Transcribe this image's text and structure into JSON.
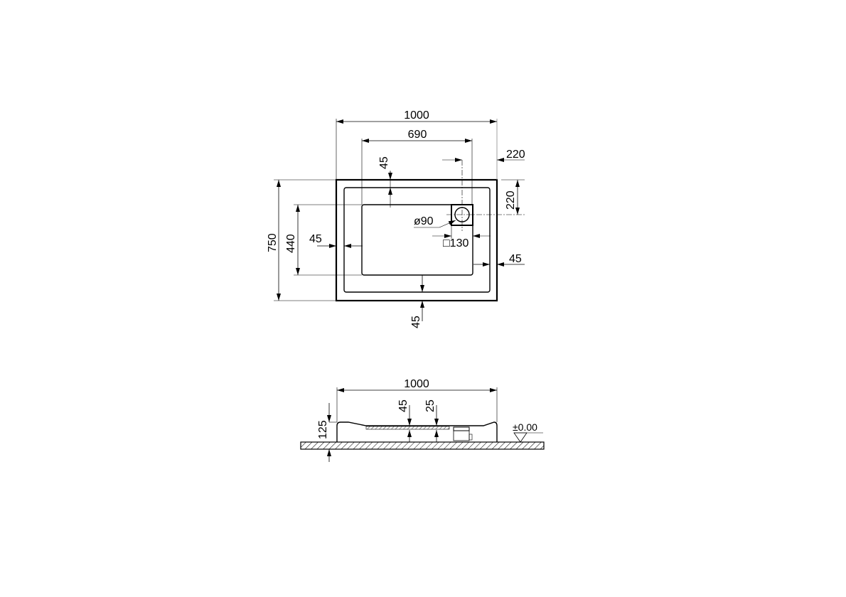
{
  "drawing": {
    "type": "technical-drawing",
    "subject": "rectangular shower tray 1000x750",
    "colors": {
      "line": "#000000",
      "background": "#ffffff",
      "hatch": "#000000"
    },
    "plan_view": {
      "overall_width": "1000",
      "inner_flat_width": "690",
      "drain_offset_right": "220",
      "rim_top": "45",
      "drain_offset_top": "220",
      "drain_diameter": "ø90",
      "drain_box": "□130",
      "rim_right": "45",
      "overall_depth": "750",
      "inner_flat_depth": "440",
      "rim_left": "45",
      "rim_bottom": "45"
    },
    "section_view": {
      "overall_width": "1000",
      "slope_depth": "45",
      "step_depth": "25",
      "height": "125",
      "floor_level": "±0.00"
    }
  }
}
